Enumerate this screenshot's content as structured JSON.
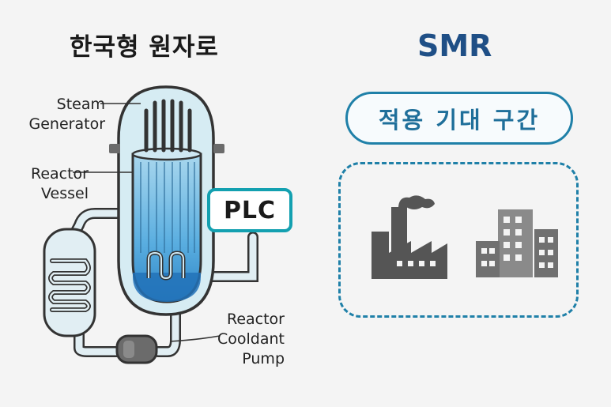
{
  "left": {
    "title": "한국형 원자로",
    "labels": {
      "steam_generator": [
        "Steam",
        "Generator"
      ],
      "reactor_vessel": [
        "Reactor",
        "Vessel"
      ],
      "coolant_pump": [
        "Reactor",
        "Cooldant",
        "Pump"
      ]
    },
    "plc": "PLC"
  },
  "right": {
    "title": "SMR",
    "expected_zone": "적용 기대 구간",
    "icons": [
      "factory-icon",
      "buildings-icon"
    ]
  },
  "colors": {
    "accent_teal": "#13a0b0",
    "accent_blue": "#1f80a8",
    "smr_blue": "#1f4f86",
    "vessel_light": "#d6ecf3",
    "core_blue": "#4da3d8",
    "icon_gray": "#6b6b6b"
  }
}
